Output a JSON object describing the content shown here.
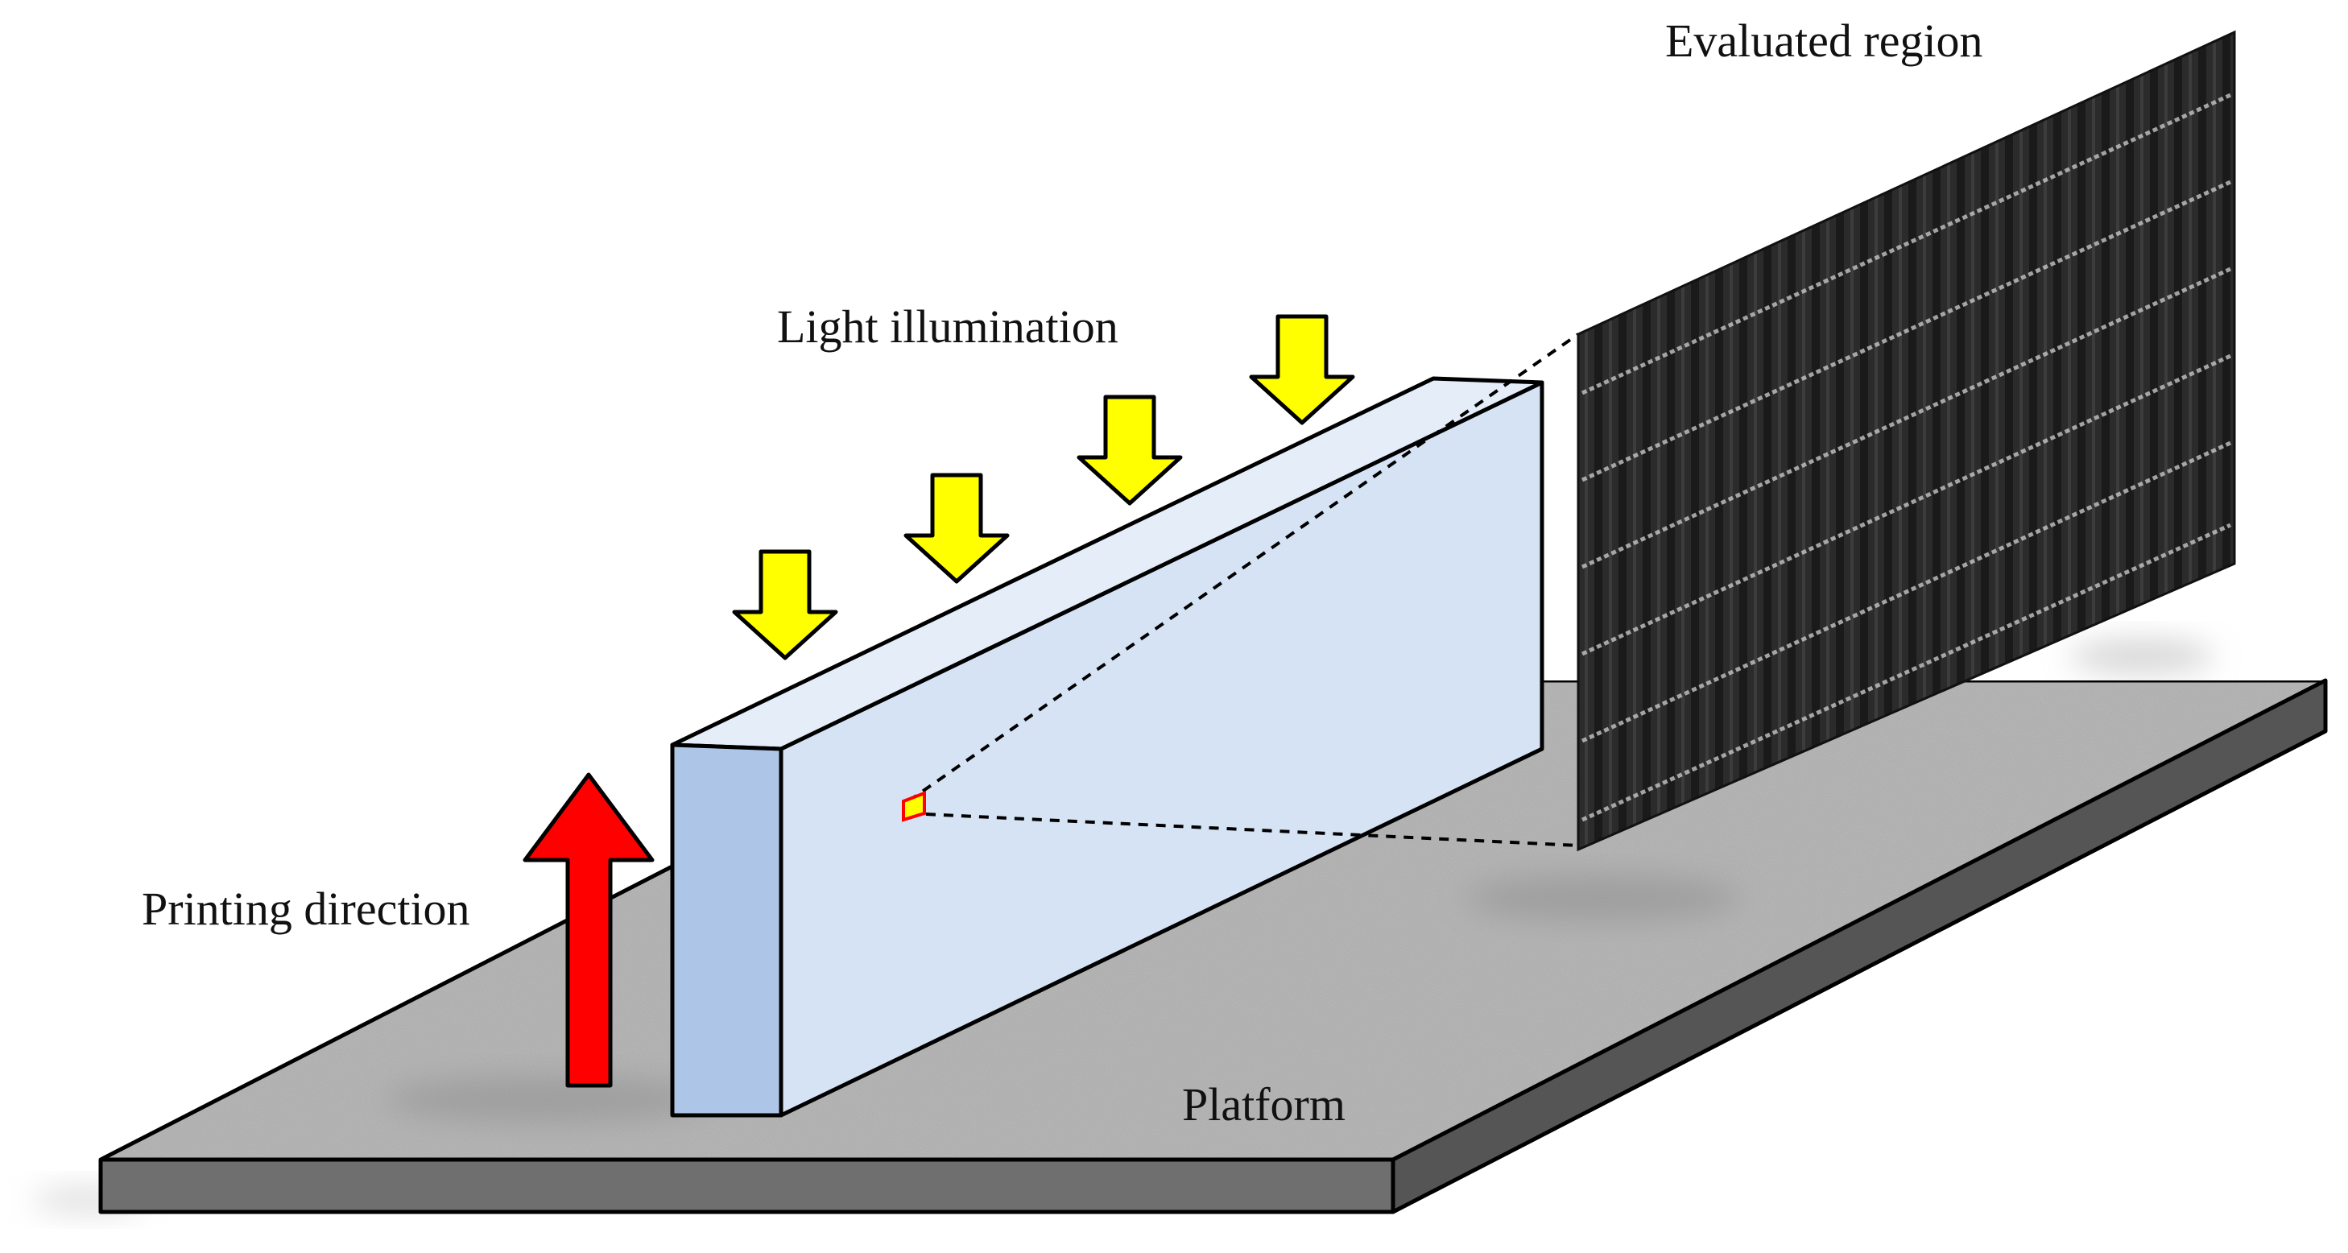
{
  "labels": {
    "evaluated_region": "Evaluated region",
    "light_illumination": "Light illumination",
    "printing_direction": "Printing direction",
    "platform": "Platform"
  },
  "colors": {
    "platform_top": "#b9b9b9",
    "platform_side": "#6f6f6f",
    "specimen_face": "#d6e3f4",
    "specimen_end": "#adc6e8",
    "light_arrow": "#ffff00",
    "printing_arrow": "#ff0000",
    "evaluated_image": "#2a2a2a"
  },
  "icons": {
    "light_arrows": "down-arrow-icon",
    "printing_arrow": "up-arrow-icon"
  },
  "light_arrow_count": 4
}
